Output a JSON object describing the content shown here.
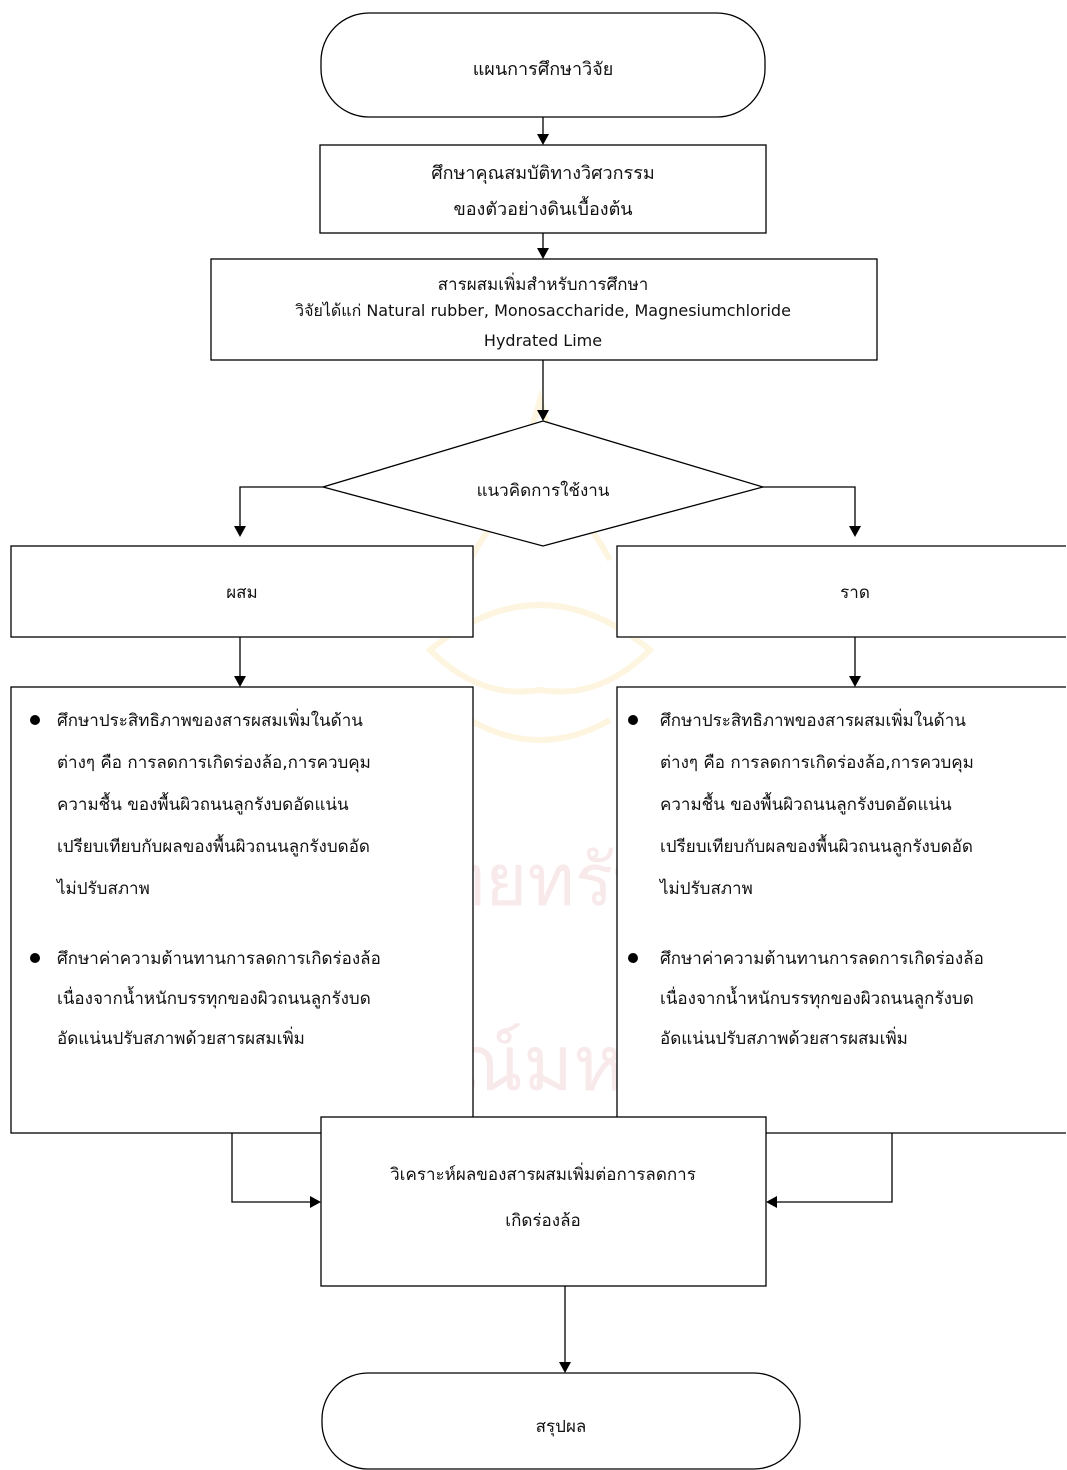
{
  "flowchart": {
    "start": "แผนการศึกษาวิจัย",
    "step1": [
      "ศึกษาคุณสมบัติทางวิศวกรรม",
      "ของตัวอย่างดินเบื้องต้น"
    ],
    "step2": [
      "สารผสมเพิ่มสำหรับการศึกษา",
      "วิจัยได้แก่ Natural rubber, Monosaccharide,  Magnesiumchloride",
      "Hydrated Lime"
    ],
    "decision": "แนวคิดการใช้งาน",
    "branch_left": "ผสม",
    "branch_right": "ราด",
    "detail_left": {
      "bullet1": [
        "ศึกษาประสิทธิภาพของสารผสมเพิ่มในด้าน",
        "ต่างๆ คือ การลดการเกิดร่องล้อ,การควบคุม",
        "ความชื้น  ของพื้นผิวถนนลูกรังบดอัดแน่น",
        "เปรียบเทียบกับผลของพื้นผิวถนนลูกรังบดอัด",
        "ไม่ปรับสภาพ"
      ],
      "bullet2": [
        "ศึกษาค่าความต้านทานการลดการเกิดร่องล้อ",
        "เนื่องจากน้ำหนักบรรทุกของผิวถนนลูกรังบด",
        "อัดแน่นปรับสภาพด้วยสารผสมเพิ่ม"
      ]
    },
    "detail_right": {
      "bullet1": [
        "ศึกษาประสิทธิภาพของสารผสมเพิ่มในด้าน",
        "ต่างๆ คือ การลดการเกิดร่องล้อ,การควบคุม",
        "ความชื้น  ของพื้นผิวถนนลูกรังบดอัดแน่น",
        "เปรียบเทียบกับผลของพื้นผิวถนนลูกรังบดอัด",
        "ไม่ปรับสภาพ"
      ],
      "bullet2": [
        "ศึกษาค่าความต้านทานการลดการเกิดร่องล้อ",
        "เนื่องจากน้ำหนักบรรทุกของผิวถนนลูกรังบด",
        "อัดแน่นปรับสภาพด้วยสารผสมเพิ่ม"
      ]
    },
    "analysis": [
      "วิเคราะห์ผลของสารผสมเพิ่มต่อการลดการ",
      "เกิดร่องล้อ"
    ],
    "end": "สรุปผล"
  },
  "watermark": {
    "line1": "ศูนย์วิทยทรัพยากร",
    "line2": "จุฬาลงกรณ์มหาวิทยาลัย"
  }
}
